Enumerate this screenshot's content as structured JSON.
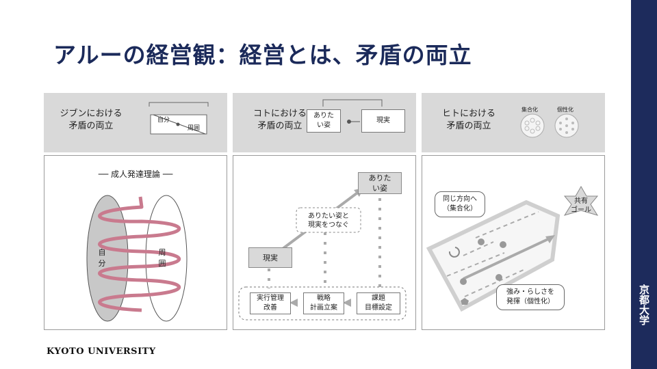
{
  "title": "アルーの経営観：経営とは、矛盾の両立",
  "footer": "KYOTO UNIVERSITY",
  "sidebar": "京都大学",
  "columns": [
    {
      "header": "ジブンにおける\n矛盾の両立",
      "mini": {
        "self": "自分",
        "around": "周囲"
      },
      "panel": {
        "theory": "── 成人発達理論 ──",
        "self": "自\n分",
        "around": "周\n囲"
      }
    },
    {
      "header": "コトにおける\n矛盾の両立",
      "mini": {
        "ideal": "ありた\nい姿",
        "reality": "現実"
      },
      "panel": {
        "ideal": "ありた\nい姿",
        "reality": "現実",
        "connect": "ありたい姿と\n現実をつなぐ",
        "steps": [
          "実行管理\n改善",
          "戦略\n計画立案",
          "課題\n目標設定"
        ]
      }
    },
    {
      "header": "ヒトにおける\n矛盾の両立",
      "mini": {
        "collective": "集合化",
        "individual": "個性化"
      },
      "panel": {
        "same_direction": "同じ方向へ\n（集合化）",
        "goal": "共有\nゴール",
        "strengths": "強み・らしさを\n発揮（個性化）"
      }
    }
  ]
}
